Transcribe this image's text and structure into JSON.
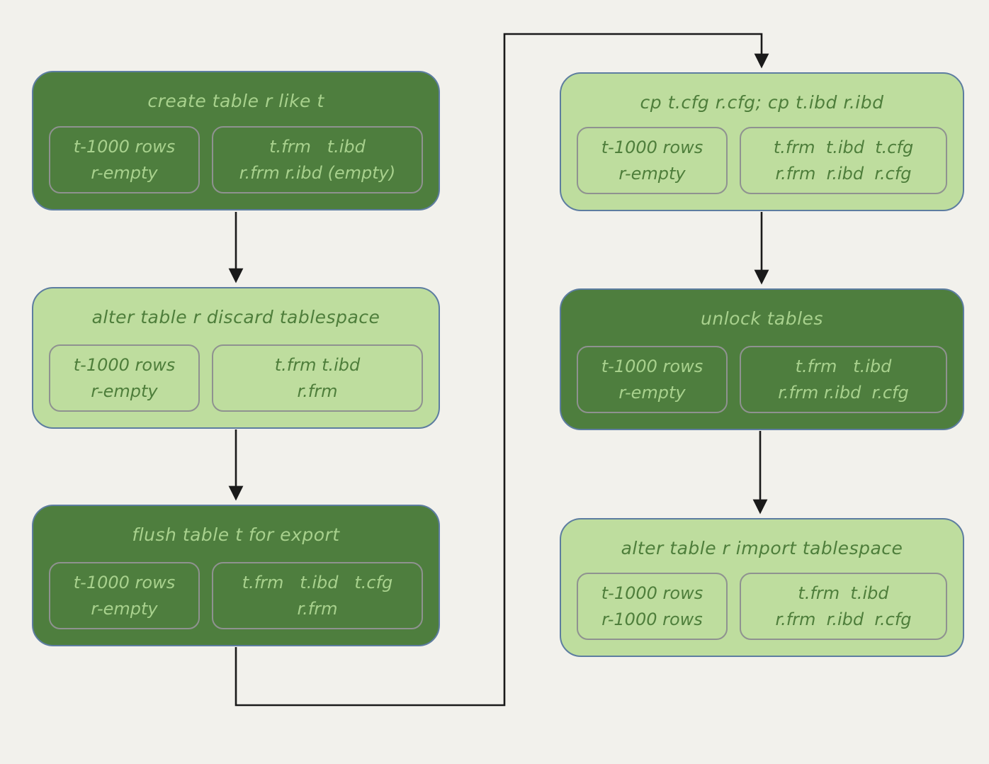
{
  "diagram": {
    "colors": {
      "background": "#f2f1ec",
      "dark_box_fill": "#4e7e3e",
      "light_box_fill": "#bedd9e",
      "outer_border": "#5d7da0",
      "sub_box_border": "#8f9290",
      "text_on_dark": "#a8d18d",
      "text_on_light": "#4e7e3b",
      "arrow": "#1a1a1a"
    },
    "boxes": [
      {
        "id": "create-table",
        "variant": "dark",
        "title": "create table r like t",
        "state": [
          "t-1000 rows",
          "r-empty"
        ],
        "files": [
          "t.frm   t.ibd",
          "r.frm r.ibd (empty)"
        ]
      },
      {
        "id": "discard-tablespace",
        "variant": "light",
        "title": "alter table r discard tablespace",
        "state": [
          "t-1000 rows",
          "r-empty"
        ],
        "files": [
          "t.frm t.ibd",
          "r.frm"
        ]
      },
      {
        "id": "flush-table",
        "variant": "dark",
        "title": "flush table t for export",
        "state": [
          "t-1000 rows",
          "r-empty"
        ],
        "files": [
          "t.frm   t.ibd   t.cfg",
          "r.frm"
        ]
      },
      {
        "id": "copy-files",
        "variant": "light",
        "title": "cp t.cfg r.cfg; cp t.ibd r.ibd",
        "state": [
          "t-1000 rows",
          "r-empty"
        ],
        "files": [
          "t.frm  t.ibd  t.cfg",
          "r.frm  r.ibd  r.cfg"
        ]
      },
      {
        "id": "unlock-tables",
        "variant": "dark",
        "title": "unlock tables",
        "state": [
          "t-1000 rows",
          "r-empty"
        ],
        "files": [
          "t.frm   t.ibd",
          "r.frm r.ibd  r.cfg"
        ]
      },
      {
        "id": "import-tablespace",
        "variant": "light",
        "title": "alter table r import tablespace",
        "state": [
          "t-1000 rows",
          "r-1000 rows"
        ],
        "files": [
          "t.frm  t.ibd",
          "r.frm  r.ibd  r.cfg"
        ]
      }
    ],
    "flow": [
      "create-table -> discard-tablespace",
      "discard-tablespace -> flush-table",
      "flush-table -> copy-files",
      "copy-files -> unlock-tables",
      "unlock-tables -> import-tablespace"
    ]
  }
}
